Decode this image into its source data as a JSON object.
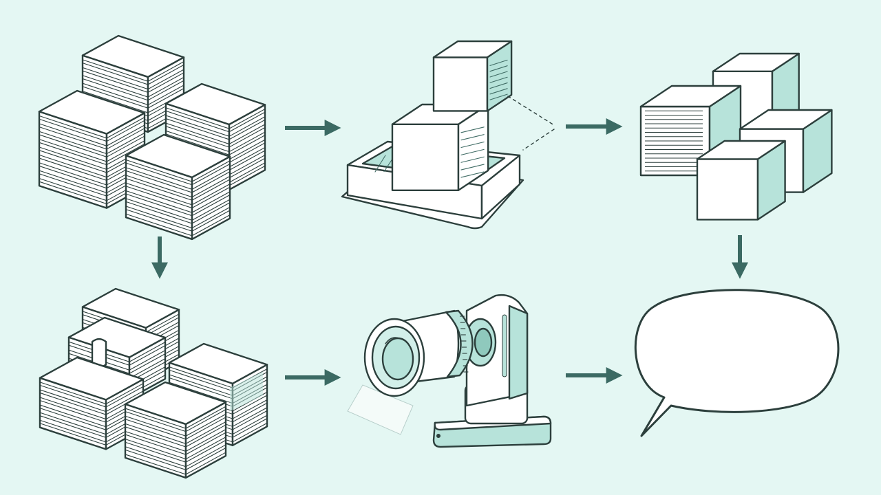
{
  "background_color": "#e4f7f3",
  "ink_color": "#2c3f3c",
  "paper_color": "#ffffff",
  "tint_color": "#b7e3da",
  "arrow_color": "#3b6a63",
  "diagram": {
    "nodes": [
      {
        "id": "paper-stacks-top",
        "icon": "paper-stacks-icon"
      },
      {
        "id": "cube-mold",
        "icon": "cube-mold-icon"
      },
      {
        "id": "document-cubes",
        "icon": "document-cubes-icon"
      },
      {
        "id": "paper-stacks-bottom",
        "icon": "paper-stacks-clipped-icon"
      },
      {
        "id": "projector",
        "icon": "projector-lens-icon"
      },
      {
        "id": "speech-bubble",
        "icon": "speech-bubble-icon"
      }
    ],
    "edges": [
      {
        "from": "paper-stacks-top",
        "to": "cube-mold",
        "direction": "right"
      },
      {
        "from": "cube-mold",
        "to": "document-cubes",
        "direction": "right"
      },
      {
        "from": "paper-stacks-top",
        "to": "paper-stacks-bottom",
        "direction": "down"
      },
      {
        "from": "document-cubes",
        "to": "speech-bubble",
        "direction": "down"
      },
      {
        "from": "paper-stacks-bottom",
        "to": "projector",
        "direction": "right"
      },
      {
        "from": "projector",
        "to": "speech-bubble",
        "direction": "right"
      }
    ]
  }
}
